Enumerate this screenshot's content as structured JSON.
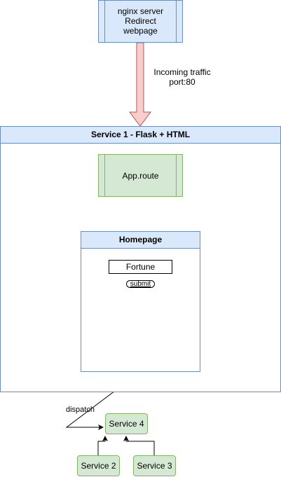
{
  "nginx": {
    "label": "nginx server\nRedirect\nwebpage"
  },
  "traffic": {
    "line1": "Incoming traffic",
    "line2": "port:80"
  },
  "service1": {
    "title": "Service 1 - Flask + HTML"
  },
  "approute": {
    "label": "App.route"
  },
  "homepage": {
    "title": "Homepage",
    "field_label": "Fortune",
    "submit_label": "submit"
  },
  "dispatch": {
    "label": "dispatch"
  },
  "services": {
    "s4": "Service 4",
    "s2": "Service 2",
    "s3": "Service 3"
  },
  "colors": {
    "blue_fill": "#dae8fc",
    "blue_stroke": "#6c8ebf",
    "green_fill": "#d5e8d4",
    "green_stroke": "#82b366",
    "red_fill": "#f8cecc",
    "red_stroke": "#b85450"
  }
}
